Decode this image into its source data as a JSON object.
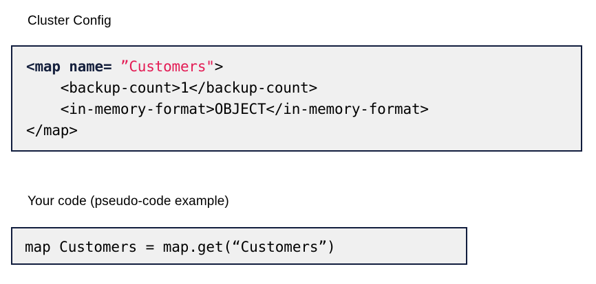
{
  "colors": {
    "background": "#ffffff",
    "code_background": "#f0f0f0",
    "code_border": "#101c3d",
    "tag_navy": "#16213e",
    "string_crimson": "#e31b54",
    "text_black": "#000000"
  },
  "sections": {
    "cluster_config": {
      "heading": "Cluster Config",
      "language": "xml",
      "lines": [
        {
          "id": "line-1",
          "text": "<map name= ”Customers\">",
          "tokens": [
            {
              "kind": "tag",
              "text": "<map name= "
            },
            {
              "kind": "string",
              "text": "”Customers\""
            },
            {
              "kind": "plain",
              "text": ">"
            }
          ]
        },
        {
          "id": "line-2",
          "text": "    <backup-count>1</backup-count>",
          "tokens": [
            {
              "kind": "plain",
              "text": "    <backup-count>1</backup-count>"
            }
          ]
        },
        {
          "id": "line-3",
          "text": "    <in-memory-format>OBJECT</in-memory-format>",
          "tokens": [
            {
              "kind": "plain",
              "text": "    <in-memory-format>OBJECT</in-memory-format>"
            }
          ]
        },
        {
          "id": "line-4",
          "text": "</map>",
          "tokens": [
            {
              "kind": "plain",
              "text": "</map>"
            }
          ]
        }
      ]
    },
    "your_code": {
      "heading": "Your code (pseudo-code example)",
      "language": "pseudo-code",
      "lines": [
        {
          "id": "line-1",
          "text": "map Customers = map.get(“Customers”)",
          "tokens": [
            {
              "kind": "plain",
              "text": "map Customers = map.get(“Customers”)"
            }
          ]
        }
      ]
    }
  }
}
